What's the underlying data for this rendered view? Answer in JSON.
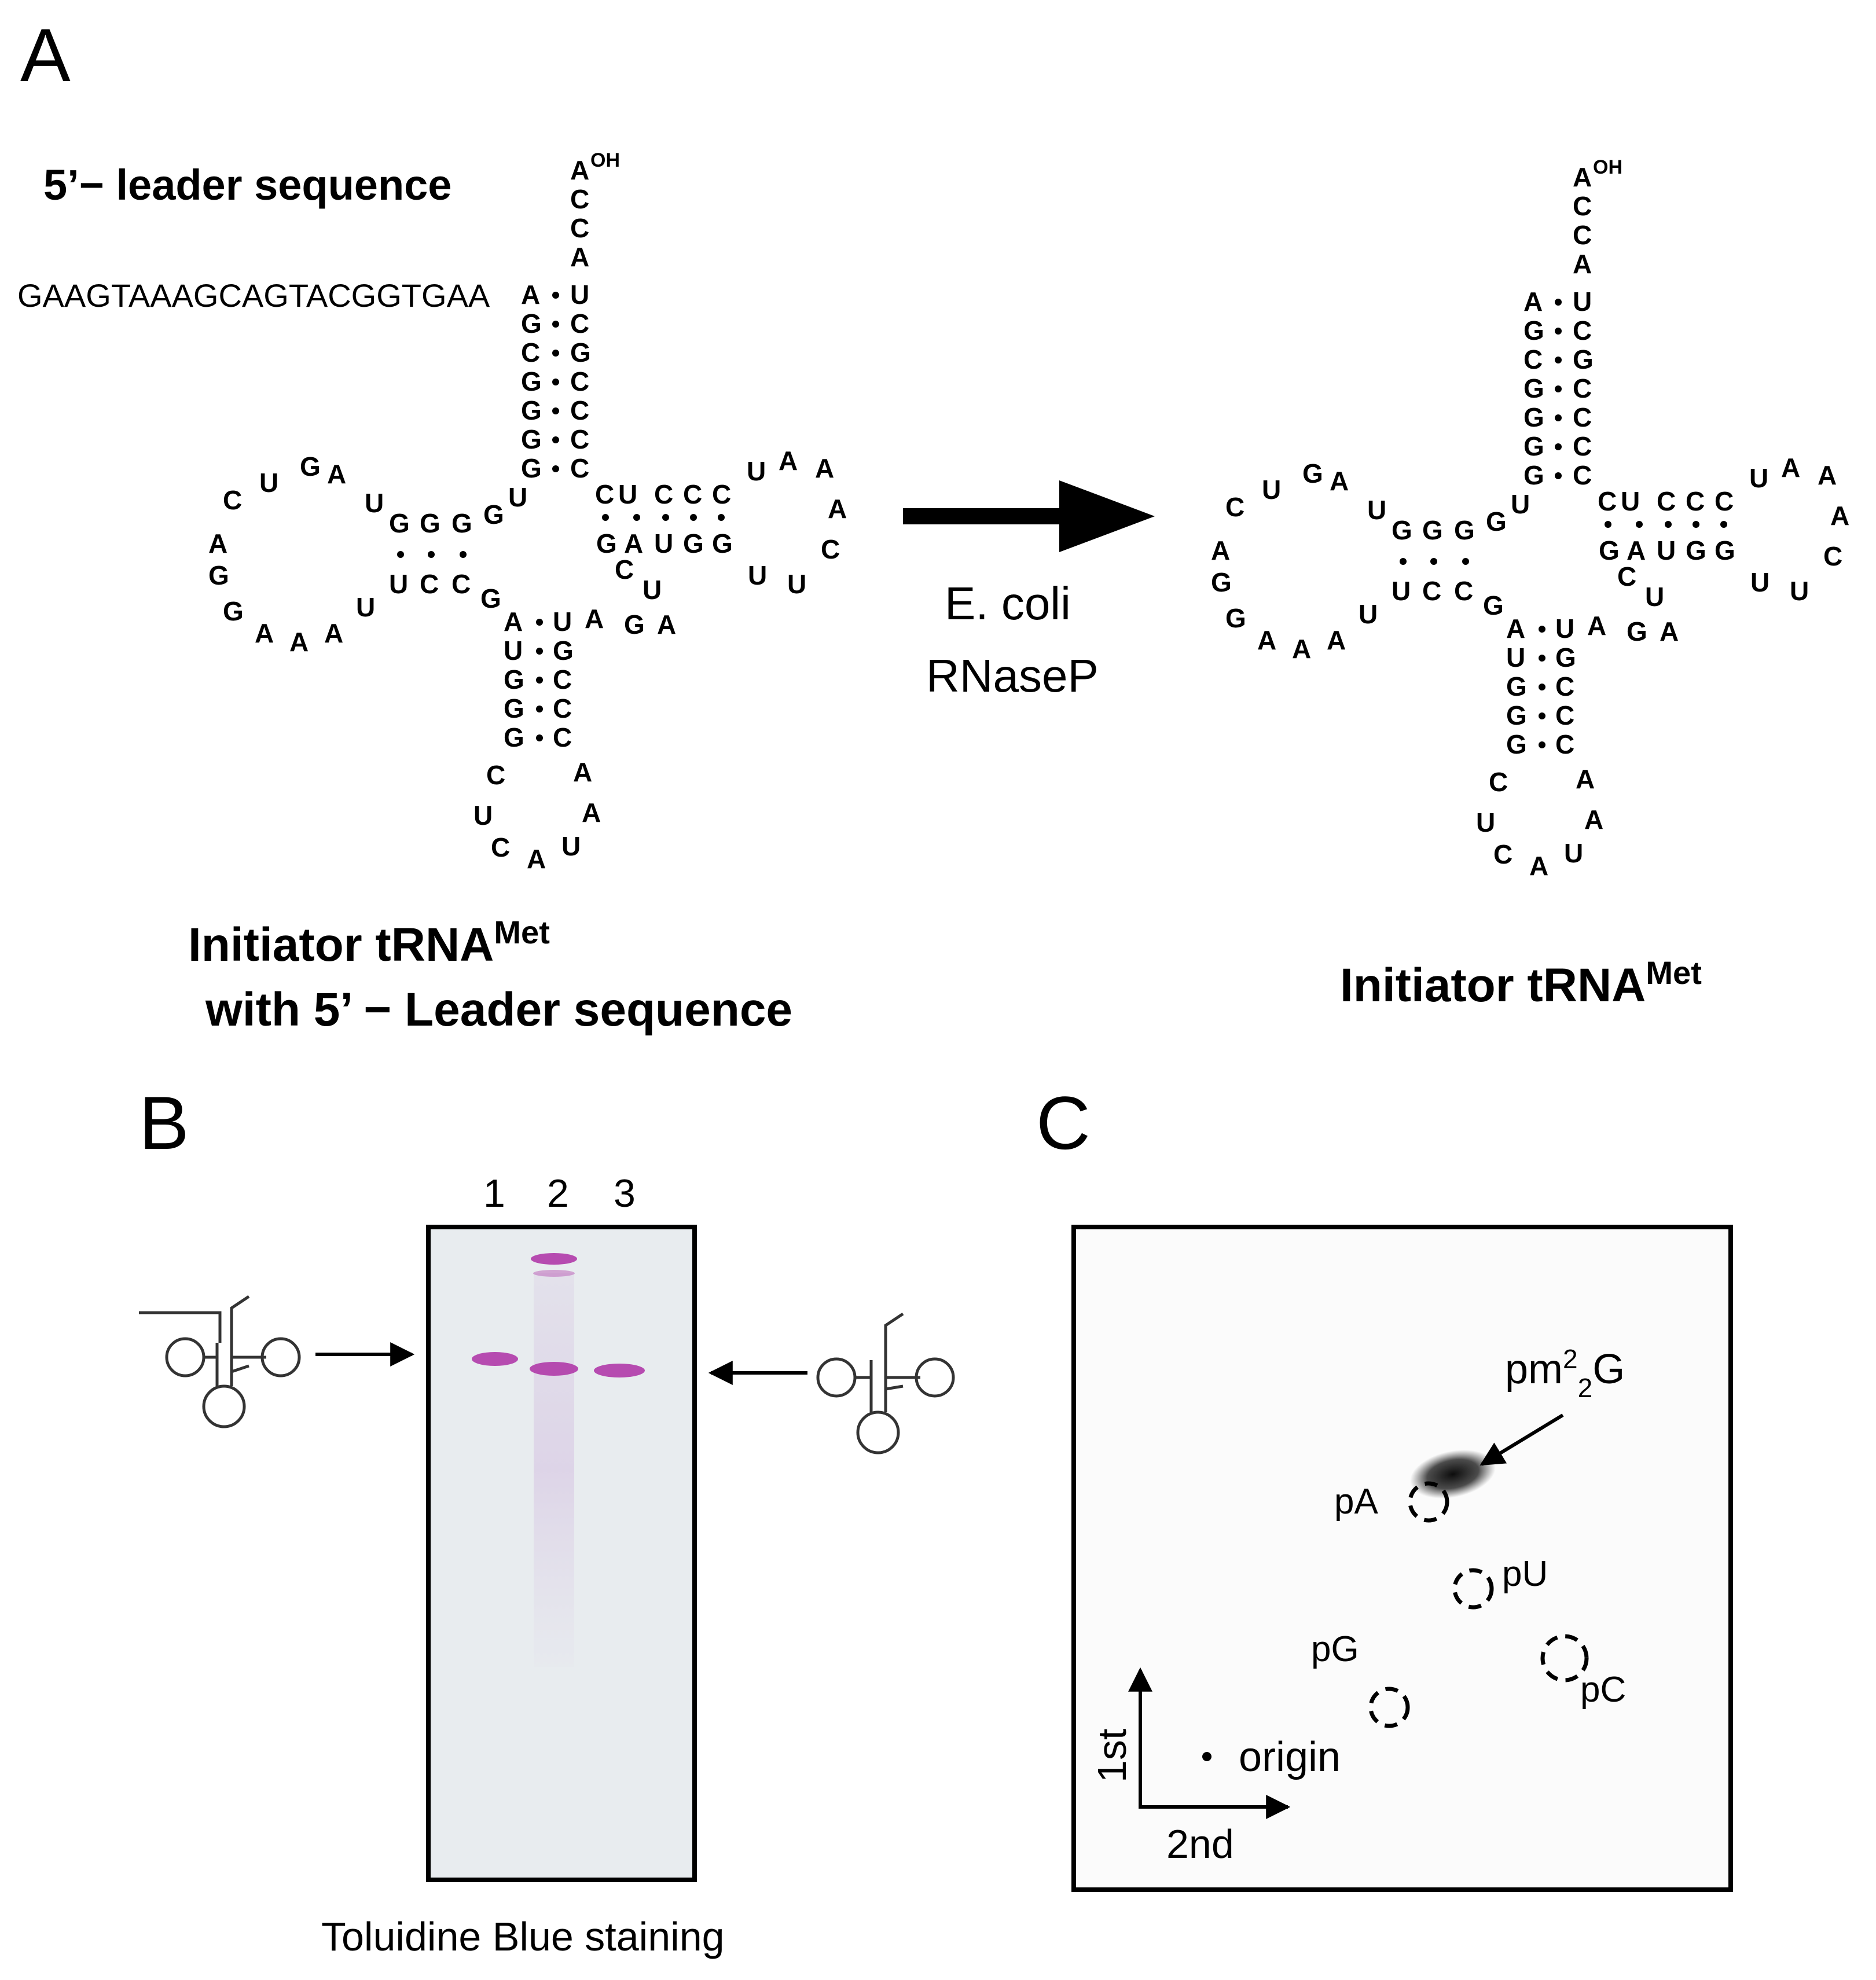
{
  "panels": {
    "a": "A",
    "b": "B",
    "c": "C"
  },
  "panel_a": {
    "leader_title": "5’− leader sequence",
    "leader_seq": "GAAGTAAAGCAGTACGGTGAA",
    "terminus": "A",
    "terminus_sup": "OH",
    "arrow_label_1": "E. coli",
    "arrow_label_2": "RNaseP",
    "left_caption_1": "Initiator tRNA",
    "left_caption_sup": "Met",
    "left_caption_2": "with 5’ − Leader sequence",
    "right_caption": "Initiator tRNA",
    "right_caption_sup": "Met",
    "acceptor_stem_5": [
      "A",
      "G",
      "C",
      "G",
      "G",
      "G",
      "G"
    ],
    "acceptor_stem_3": [
      "U",
      "C",
      "G",
      "C",
      "C",
      "C",
      "C"
    ],
    "tail_3": [
      "C",
      "C",
      "A"
    ],
    "d_stem_top": [
      "G",
      "G",
      "G"
    ],
    "d_stem_bottom": [
      "U",
      "C",
      "C"
    ],
    "d_loop": [
      "U",
      "A",
      "G",
      "U",
      "C",
      "A",
      "G",
      "G",
      "A",
      "A",
      "A",
      "U"
    ],
    "t_stem_top": [
      "C",
      "U",
      "C",
      "C",
      "C"
    ],
    "t_stem_bottom": [
      "G",
      "A",
      "U",
      "G",
      "G"
    ],
    "t_loop": [
      "U",
      "A",
      "A",
      "A",
      "C",
      "U",
      "U"
    ],
    "anticodon_stem_5": [
      "A",
      "U",
      "G",
      "G",
      "G"
    ],
    "anticodon_stem_3": [
      "U",
      "G",
      "C",
      "C",
      "C"
    ],
    "anticodon_loop": [
      "C",
      "U",
      "C",
      "A",
      "U",
      "A",
      "A"
    ],
    "variable_loop": [
      "A",
      "G",
      "A",
      "C",
      "U"
    ],
    "junction_u": "U",
    "junction_g": "G"
  },
  "panel_b": {
    "lane_labels": [
      "1",
      "2",
      "3"
    ],
    "caption": "Toluidine Blue staining",
    "band_color": "#b03aa8",
    "gel_background": "#e8ecef"
  },
  "panel_c": {
    "spot_main_1": "pm",
    "spot_main_sup": "2",
    "spot_main_sub": "2",
    "spot_main_2": "G",
    "spots": [
      "pA",
      "pU",
      "pG",
      "pC"
    ],
    "origin": "origin",
    "axis_1st": "1st",
    "axis_2nd": "2nd"
  }
}
